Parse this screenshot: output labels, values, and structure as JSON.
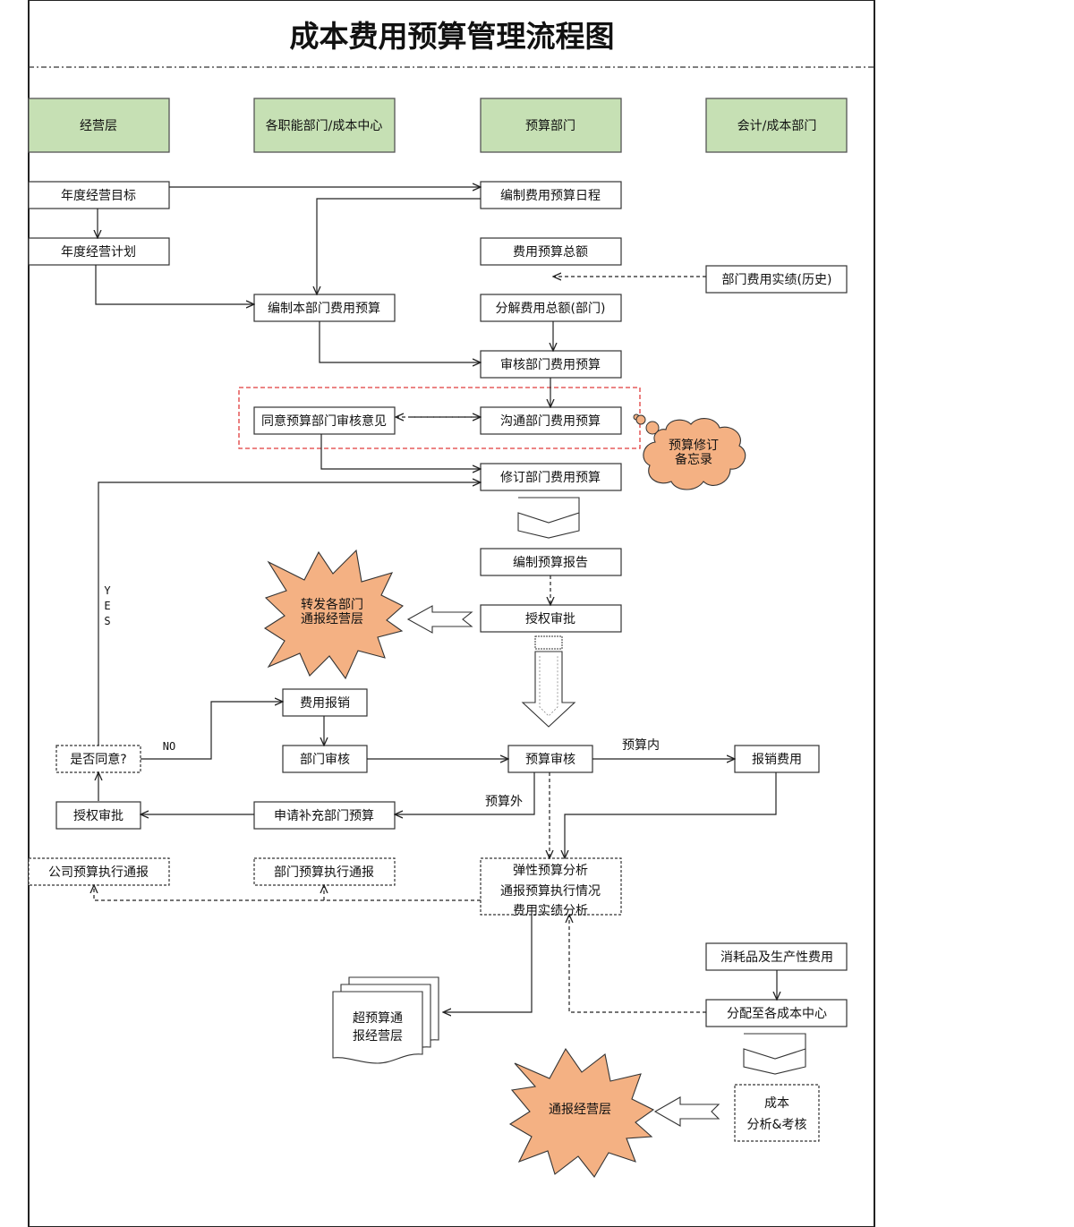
{
  "title": "成本费用预算管理流程图",
  "colors": {
    "lane_header_fill": "#c6e0b4",
    "lane_header_stroke": "#555555",
    "burst_fill": "#f4b183",
    "dash_red": "#e03c3c"
  },
  "lanes": [
    {
      "label": "经营层"
    },
    {
      "label": "各职能部门/成本中心"
    },
    {
      "label": "预算部门"
    },
    {
      "label": "会计/成本部门"
    }
  ],
  "boxes": {
    "annual_goal": "年度经营目标",
    "annual_plan": "年度经营计划",
    "schedule": "编制费用预算日程",
    "total": "费用预算总额",
    "history": "部门费用实绩(历史)",
    "dept_budget": "编制本部门费用预算",
    "split": "分解费用总额(部门)",
    "review": "审核部门费用预算",
    "agree_opinion": "同意预算部门审核意见",
    "communicate": "沟通部门费用预算",
    "revise": "修订部门费用预算",
    "report": "编制预算报告",
    "authorize": "授权审批",
    "expense_claim": "费用报销",
    "dept_audit": "部门审核",
    "budget_audit": "预算审核",
    "reimburse": "报销费用",
    "agree_q": "是否同意?",
    "authorize2": "授权审批",
    "apply_extra": "申请补充部门预算",
    "company_report": "公司预算执行通报",
    "dept_report": "部门预算执行通报",
    "analysis_l1": "弹性预算分析",
    "analysis_l2": "通报预算执行情况",
    "analysis_l3": "费用实绩分析",
    "consumables": "消耗品及生产性费用",
    "allocate": "分配至各成本中心",
    "cost_l1": "成本",
    "cost_l2": "分析&考核"
  },
  "cloud": {
    "line1": "预算修订",
    "line2": "备忘录"
  },
  "burst1": {
    "line1": "转发各部门",
    "line2": "通报经营层"
  },
  "burst2": {
    "text": "通报经营层"
  },
  "doc": {
    "line1": "超预算通",
    "line2": "报经营层"
  },
  "edge_labels": {
    "yes": [
      "Y",
      "E",
      "S"
    ],
    "no": "NO",
    "in_budget": "预算内",
    "out_budget": "预算外"
  }
}
